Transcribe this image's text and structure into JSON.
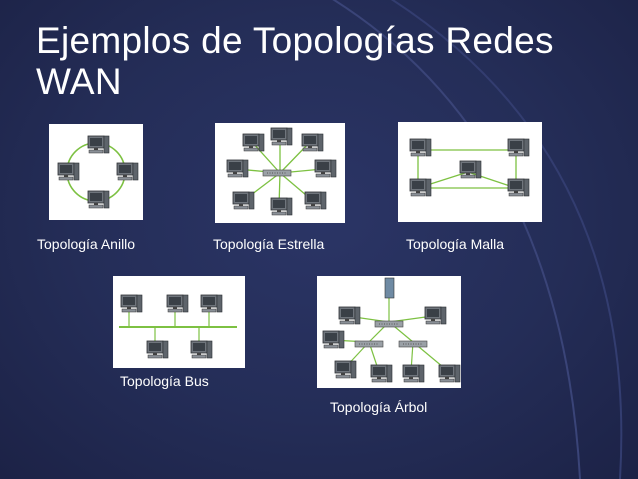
{
  "slide": {
    "title_line1": "Ejemplos de Topologías Redes",
    "title_line2": "WAN"
  },
  "diagrams": [
    {
      "caption": "Topología Anillo",
      "icon": "ring-topology-diagram"
    },
    {
      "caption": "Topología Estrella",
      "icon": "star-topology-diagram"
    },
    {
      "caption": "Topología Malla",
      "icon": "mesh-topology-diagram"
    },
    {
      "caption": "Topología Bus",
      "icon": "bus-topology-diagram"
    },
    {
      "caption": "Topología Árbol",
      "icon": "tree-topology-diagram"
    }
  ],
  "colors": {
    "background": "#242d57",
    "link": "#7dc142",
    "text": "#ffffff"
  }
}
